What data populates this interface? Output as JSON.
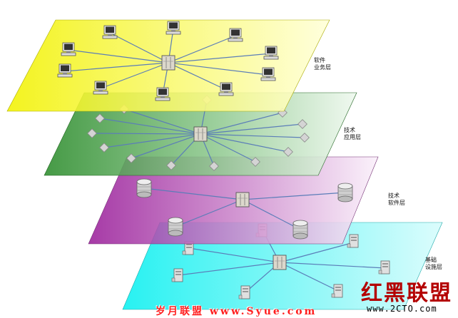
{
  "layers": [
    {
      "label_line1": "软件",
      "label_line2": "业务层",
      "color": "#ffff00"
    },
    {
      "label_line1": "技术",
      "label_line2": "应用层",
      "color": "#2e8b2e"
    },
    {
      "label_line1": "技术",
      "label_line2": "软件层",
      "color": "#a020a0"
    },
    {
      "label_line1": "基础",
      "label_line2": "设施层",
      "color": "#00ffff"
    }
  ],
  "watermark": {
    "left_text": "岁月联盟 www.Syue.com",
    "right_cn": "红黑联盟",
    "right_en": "www.2CTO.com"
  },
  "colors": {
    "link_line": "#5b7db8",
    "hub_body": "#d8d4c8"
  }
}
